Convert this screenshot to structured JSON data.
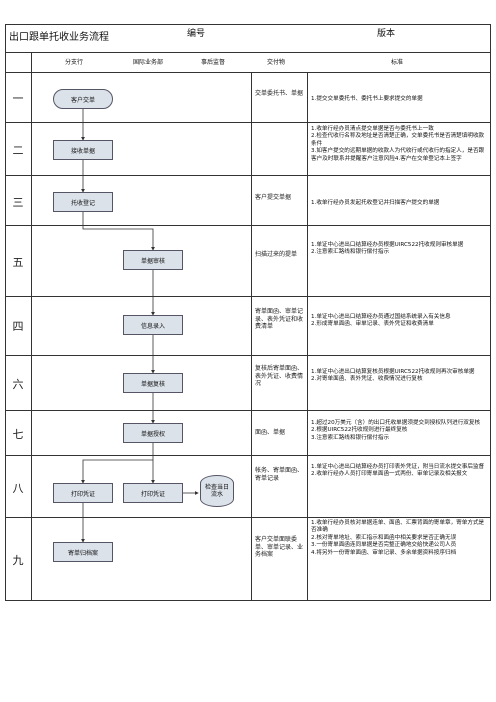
{
  "header": {
    "title": "出口跟单托收业务流程",
    "number_label": "编号",
    "version_label": "版本"
  },
  "columns": [
    "分支行",
    "国际业务部",
    "事后监督",
    "交付物",
    "标准"
  ],
  "stages": [
    "一",
    "二",
    "三",
    "五",
    "四",
    "六",
    "七",
    "八",
    "九"
  ],
  "steps": {
    "s1": "客户交单",
    "s2": "接收单据",
    "s3": "托收登记",
    "s5": "单据审核",
    "s4": "信息录入",
    "s6": "单据复核",
    "s7": "单据授权",
    "s8a": "打印凭证",
    "s8b": "打印凭证",
    "s8c": "检查当日流水",
    "s9": "寄单归档案"
  },
  "deliverables": {
    "d1": "交单委托书、单据",
    "d3": "客户提交单据",
    "d5": "扫描过来的提单",
    "d4": "寄单面函、审单记录、表外凭证和收费清单",
    "d6": "复核后寄单面函、表外凭证、收费情况",
    "d7": "面函、单据",
    "d8": "帐务、寄单面函、寄单记录",
    "d9": "客户交单面联委单、审单记录、业务档案"
  },
  "standards": {
    "t1": "1.提交交单委托书、委托书上要求提交的单据",
    "t2": "1.收单行经办员清点提交单据是否与委托书上一致\n2.检查代收行名称及地址是否清楚正确，交单委托书是否清楚填明收款条件\n3.如客户提交的远期单据的收款人为代收行或代收行的指定人，是否跟客户及时联系并提醒客户注意风险4.客户在交单登记本上签字",
    "t3": "1.收单行经办员发起托收登记并扫描客户提交的单据",
    "t5": "1.单证中心进出口结算经办员根据UIRC522托收规则审核单据\n2.注意索汇路线和银行偿付指示",
    "t4": "1.单证中心进出口结算经办员通过国结系统录入有关信息\n2.形成寄单面函、审单记录、表外凭证和收费清单",
    "t6": "1.单证中心进出口结算复核员根据UIRC522托收规则再次审核单据\n2.对寄单面函、表外凭证、收费情况进行复核",
    "t7": "1.超过20万美元（含）的出口托收单据须提交到授权队列进行双复核\n2.根据UIRC522托收规则进行最终复核\n3.注意索汇路线和银行偿付指示",
    "t8": "1.单证中心进出口结算经办员打印表外凭证，附当日流水提交事后监督\n2.收单行经办人员打印寄单面函一式两份、审单记录及相关报文",
    "t9": "1.收单行经办员核对单据连单、面函、汇票背面的寄单章，寄单方式是否准确\n2.核对寄单地址、索汇指示和面函中相关要求是否正确无误\n3.一份寄单面函连同单据是否完整正确地交给快递公司人员\n4.将另外一份寄单面函、审单记录、多余单据资料按序归档"
  }
}
